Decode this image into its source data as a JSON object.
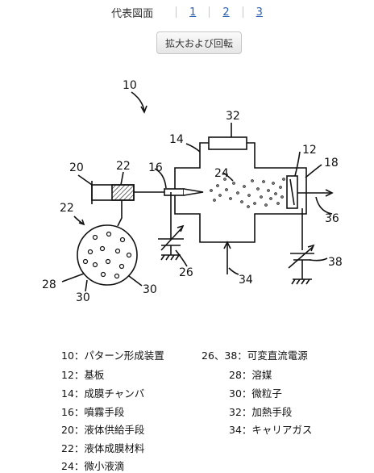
{
  "nav": {
    "title": "代表図面",
    "pages": [
      "1",
      "2",
      "3"
    ]
  },
  "zoom_button": "拡大および回転",
  "figure": {
    "refs": [
      "10",
      "32",
      "14",
      "12",
      "20",
      "22",
      "16",
      "24",
      "18",
      "22",
      "36",
      "38",
      "26",
      "28",
      "30",
      "30",
      "34"
    ]
  },
  "legend": {
    "left": [
      "10：パターン形成装置",
      "12：基板",
      "14：成膜チャンバ",
      "16：噴霧手段",
      "20：液体供給手段",
      "22：液体成膜材料",
      "24：微小液滴"
    ],
    "right": [
      "26、38：可変直流電源",
      "28：溶媒",
      "30：微粒子",
      "32：加熱手段",
      "34：キャリアガス"
    ]
  }
}
